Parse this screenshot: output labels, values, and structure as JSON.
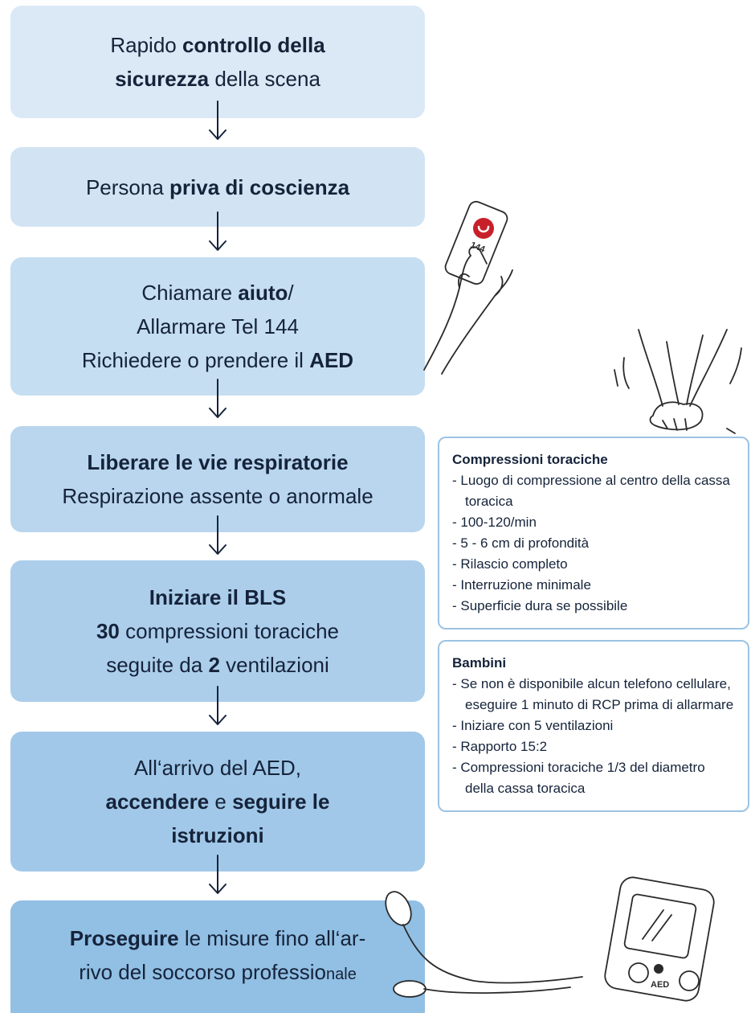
{
  "steps": [
    {
      "lines": [
        [
          "Rapido ",
          "controllo della"
        ],
        [
          "sicurezza",
          " della scena"
        ]
      ]
    },
    {
      "lines": [
        [
          "Persona ",
          "priva di coscienza"
        ]
      ]
    },
    {
      "lines": [
        [
          "Chiamare ",
          "aiuto",
          "/"
        ],
        [
          "Allarmare Tel 144"
        ],
        [
          "Richiedere o prendere il ",
          "AED"
        ]
      ]
    },
    {
      "lines": [
        [
          "",
          "Liberare le vie respiratorie"
        ],
        [
          "Respirazione assente o anormale"
        ]
      ]
    },
    {
      "lines": [
        [
          "",
          "Iniziare il BLS"
        ],
        [
          "",
          "30",
          " compressioni toraciche"
        ],
        [
          "seguite da ",
          "2",
          " ventilazioni"
        ]
      ]
    },
    {
      "lines": [
        [
          "All‘arrivo del AED,"
        ],
        [
          "",
          "accendere",
          " e ",
          "seguire le"
        ],
        [
          "",
          "istruzioni"
        ]
      ]
    },
    {
      "lines": [
        [
          "",
          "Proseguire",
          " le misure fino all‘ar-"
        ],
        [
          "rivo del soccorso professio",
          "",
          "nale"
        ]
      ]
    }
  ],
  "notes": {
    "compressioni": {
      "title": "Compressioni toraciche",
      "items": [
        "Luogo di compressione al centro della cassa toracica",
        "100-120/min",
        "5 - 6 cm di profondità",
        "Rilascio completo",
        "Interruzione minimale",
        "Superficie dura se possibile"
      ]
    },
    "bambini": {
      "title": "Bambini",
      "items": [
        "Se non è disponibile alcun telefono cellulare, eseguire 1 minuto di RCP prima di allarmare",
        "Iniziare con 5 ventilazioni",
        "Rapporto 15:2",
        "Compressioni toraciche 1/3 del diametro della cassa toracica"
      ]
    }
  },
  "illustrations": {
    "phone_text": "144",
    "aed_text": "AED"
  },
  "colors": {
    "step1": "#dbe9f6",
    "step2": "#d2e4f3",
    "step3": "#c6def1",
    "step4": "#b9d6ee",
    "step5": "#acceeb",
    "step6": "#a1c8e8",
    "step7": "#92bfe4",
    "text": "#15233a",
    "note_border": "#9cc3e3",
    "phone_red": "#c8202a"
  }
}
